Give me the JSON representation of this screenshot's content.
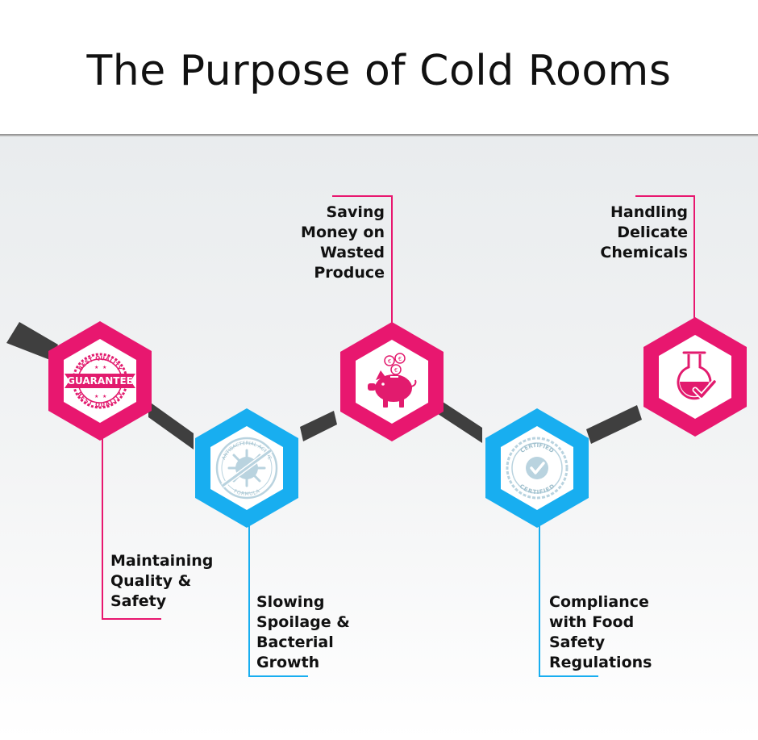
{
  "title": "The Purpose of Cold Rooms",
  "colors": {
    "pink": "#e8176f",
    "blue": "#18aef0",
    "connector": "#3f3f3f",
    "icon_pink": "#e21b6e",
    "icon_blue": "#b9d3df"
  },
  "steps": [
    {
      "label": "Maintaining\nQuality &\nSafety",
      "color": "pink",
      "icon": "guarantee-badge-icon",
      "badge_text": {
        "top": "BEST QUALITY",
        "main": "GUARANTEE",
        "bottom": "BEST QUALITY"
      }
    },
    {
      "label": "Slowing\nSpoilage &\nBacterial\nGrowth",
      "color": "blue",
      "icon": "antibacterial-formula-icon",
      "badge_text": {
        "top": "ANTIBACTERIAL ACTIVE",
        "bottom": "FORMULA"
      }
    },
    {
      "label": "Saving\nMoney on\nWasted\nProduce",
      "color": "pink",
      "icon": "piggy-bank-coins-icon",
      "coin_symbol": "€"
    },
    {
      "label": "Compliance\nwith Food\nSafety\nRegulations",
      "color": "blue",
      "icon": "certified-badge-icon",
      "badge_text": {
        "top": "CERTIFIED",
        "bottom": "CERTIFIED"
      }
    },
    {
      "label": "Handling\nDelicate\nChemicals",
      "color": "pink",
      "icon": "chemical-flask-check-icon"
    }
  ]
}
